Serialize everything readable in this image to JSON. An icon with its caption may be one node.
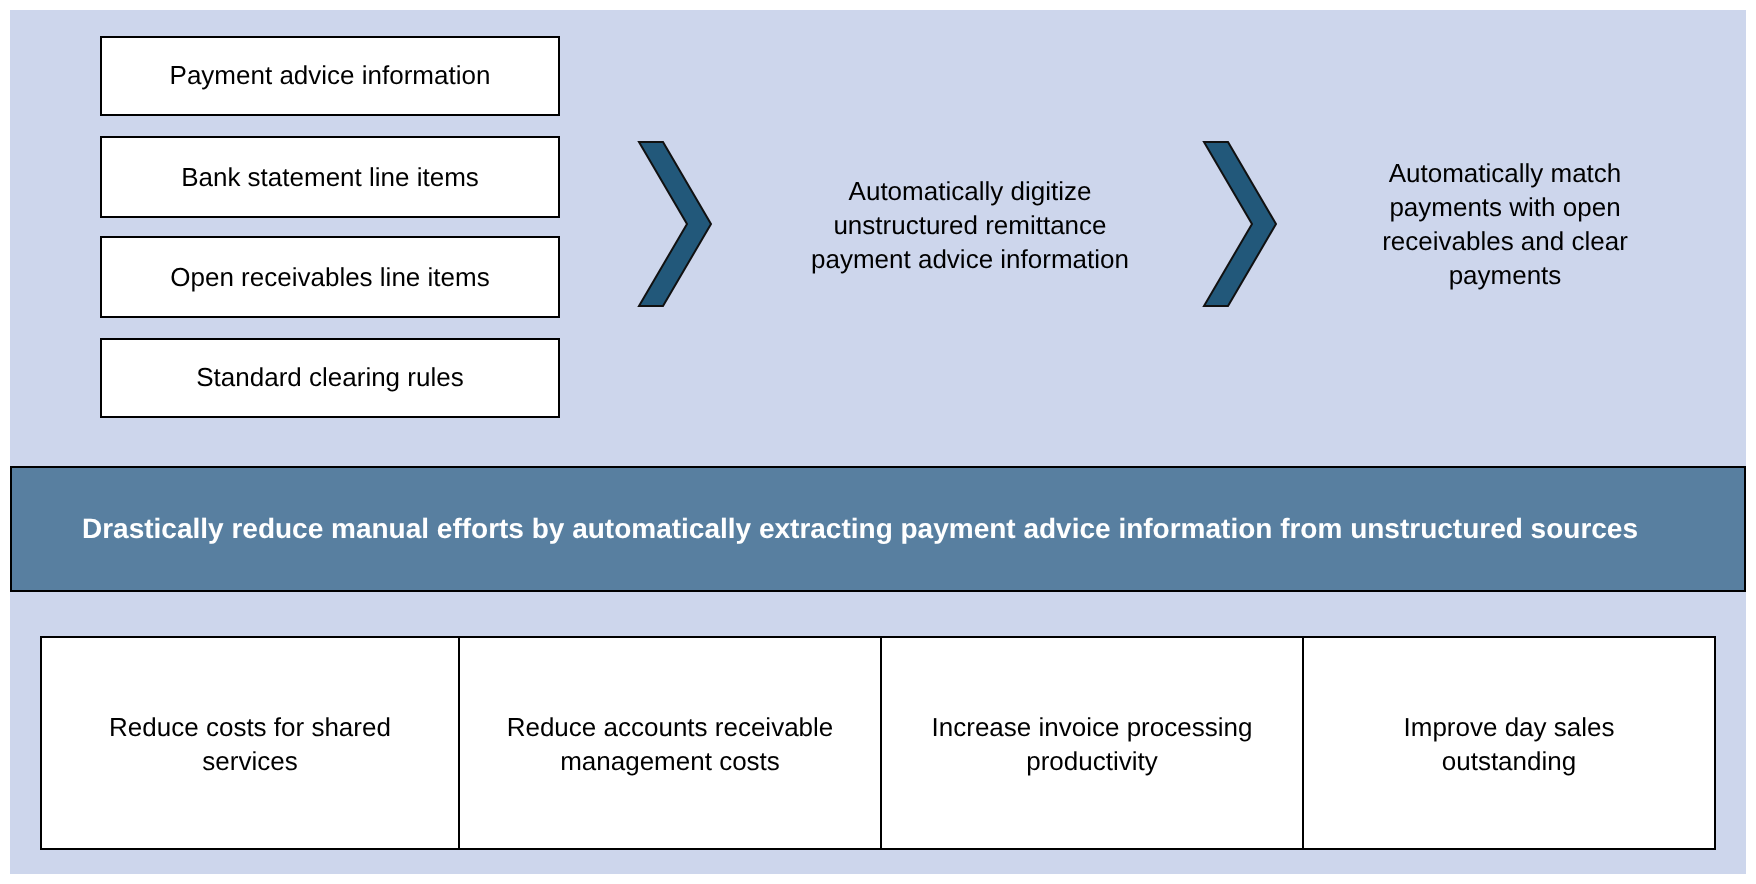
{
  "diagram": {
    "nodes": [
      {
        "text": [
          "Payment advice information"
        ]
      },
      {
        "text": [
          "Bank statement line items"
        ]
      },
      {
        "text": [
          "Open receivables line items"
        ]
      },
      {
        "text": [
          "Standard clearing rules"
        ]
      },
      {
        "text": [
          "Automatically digitize unstructured remittance payment advice information"
        ]
      },
      {
        "text": [
          "Automatically match payments with open receivables and clear payments"
        ]
      },
      {
        "text": [
          "Drastically reduce manual efforts by automatically extracting payment advice information from unstructured sources"
        ]
      },
      {
        "text": [
          "Reduce costs for shared services"
        ]
      },
      {
        "text": [
          "Reduce accounts receivable management costs"
        ]
      },
      {
        "text": [
          "Increase invoice processing productivity"
        ]
      },
      {
        "text": [
          "Improve day sales outstanding"
        ]
      }
    ],
    "edges": [
      {
        "from": 0,
        "to": 4,
        "arrow": "to"
      },
      {
        "from": 1,
        "to": 4,
        "arrow": "to"
      },
      {
        "from": 2,
        "to": 4,
        "arrow": "to"
      },
      {
        "from": 3,
        "to": 4,
        "arrow": "to"
      },
      {
        "from": 4,
        "to": 5,
        "arrow": "to"
      }
    ]
  }
}
